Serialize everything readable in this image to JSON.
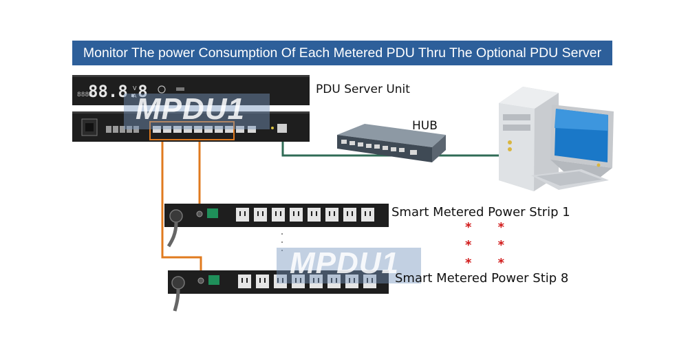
{
  "title": "Monitor The power Consumption Of Each Metered PDU Thru The Optional PDU Server",
  "labels": {
    "server": "PDU Server Unit",
    "hub": "HUB",
    "strip_first": "Smart Metered Power Strip 1",
    "strip_last": "Smart Metered Power Stip 8"
  },
  "ellipsis_marks": [
    "* *",
    "* *",
    "* *"
  ],
  "watermark": "MPDU1",
  "display": {
    "digits": "88.8.8",
    "unit_top": "V",
    "unit_bottom": "A"
  },
  "colors": {
    "banner": "#2d5f9a",
    "orange_cable": "#e07a1e",
    "green_cable": "#2f6b55",
    "stars": "#d11a1a",
    "device_body": "#1e1e1e"
  },
  "icons": [
    "pc-icon",
    "hub-icon",
    "pdu-server-icon",
    "power-strip-icon"
  ]
}
